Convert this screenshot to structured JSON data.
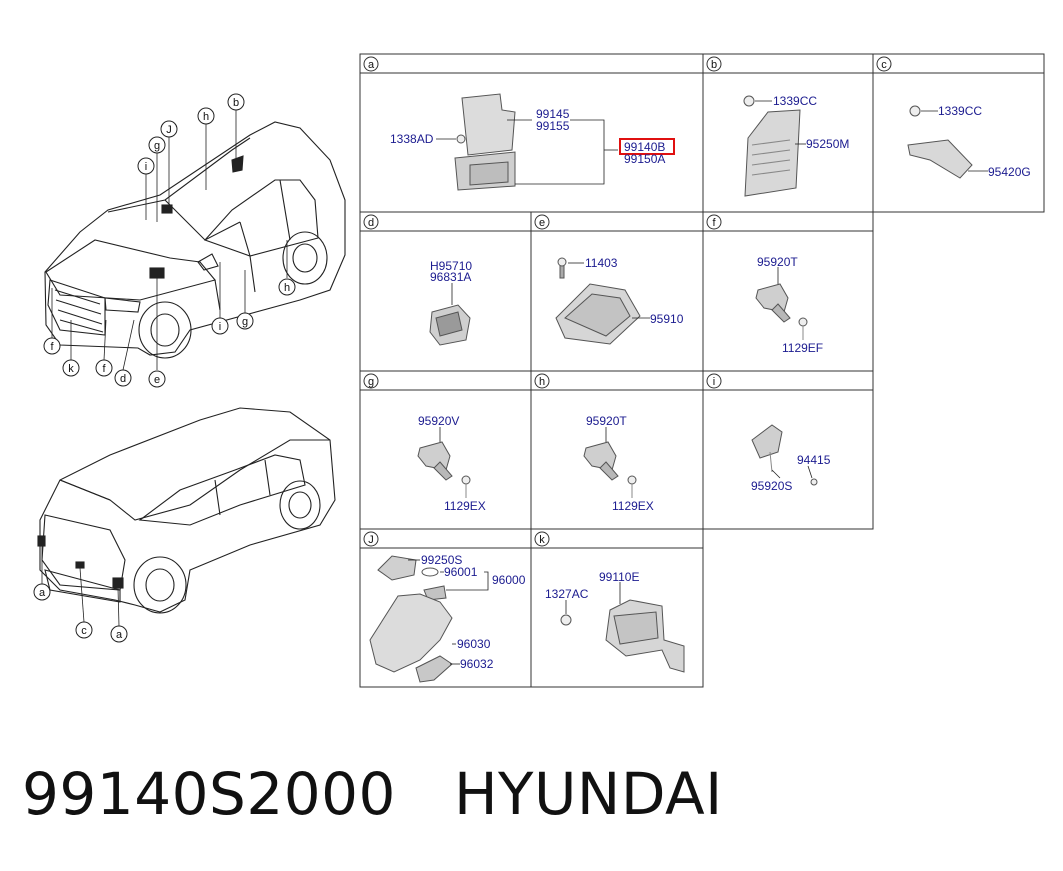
{
  "cells": [
    {
      "letter": "a",
      "parts": [
        "99145",
        "99155",
        "1338AD",
        "99140B",
        "99150A"
      ]
    },
    {
      "letter": "b",
      "parts": [
        "1339CC",
        "95250M"
      ]
    },
    {
      "letter": "c",
      "parts": [
        "1339CC",
        "95420G"
      ]
    },
    {
      "letter": "d",
      "parts": [
        "H95710",
        "96831A"
      ]
    },
    {
      "letter": "e",
      "parts": [
        "11403",
        "95910"
      ]
    },
    {
      "letter": "f",
      "parts": [
        "95920T",
        "1129EF"
      ]
    },
    {
      "letter": "g",
      "parts": [
        "95920V",
        "1129EX"
      ]
    },
    {
      "letter": "h",
      "parts": [
        "95920T",
        "1129EX"
      ]
    },
    {
      "letter": "i",
      "parts": [
        "94415",
        "95920S"
      ]
    },
    {
      "letter": "J",
      "parts": [
        "99250S",
        "96001",
        "96000",
        "96030",
        "96032"
      ]
    },
    {
      "letter": "k",
      "parts": [
        "99110E",
        "1327AC"
      ]
    }
  ],
  "callouts_front": [
    "b",
    "h",
    "J",
    "g",
    "i",
    "h",
    "f",
    "k",
    "f",
    "d",
    "e",
    "i",
    "g"
  ],
  "callouts_rear": [
    "a",
    "c",
    "a"
  ],
  "highlight": {
    "part": "99140B",
    "color": "#e01010"
  },
  "caption": {
    "part_number": "99140S2000",
    "brand": "HYUNDAI"
  },
  "colors": {
    "part_label": "#1b1b8f",
    "grid": "#333333",
    "part_fill": "#d9d9d9"
  }
}
